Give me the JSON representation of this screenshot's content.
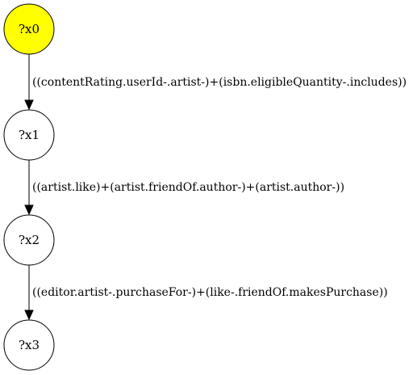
{
  "graph": {
    "nodes": [
      {
        "id": "n0",
        "label": "?x0",
        "fill": "#ffff00"
      },
      {
        "id": "n1",
        "label": "?x1",
        "fill": "#ffffff"
      },
      {
        "id": "n2",
        "label": "?x2",
        "fill": "#ffffff"
      },
      {
        "id": "n3",
        "label": "?x3",
        "fill": "#ffffff"
      }
    ],
    "edges": [
      {
        "from": "n0",
        "to": "n1",
        "label": "((contentRating.userId-.artist-)+(isbn.eligibleQuantity-.includes))"
      },
      {
        "from": "n1",
        "to": "n2",
        "label": "((artist.like)+(artist.friendOf.author-)+(artist.author-))"
      },
      {
        "from": "n2",
        "to": "n3",
        "label": "((editor.artist-.purchaseFor-)+(like-.friendOf.makesPurchase))"
      }
    ]
  }
}
